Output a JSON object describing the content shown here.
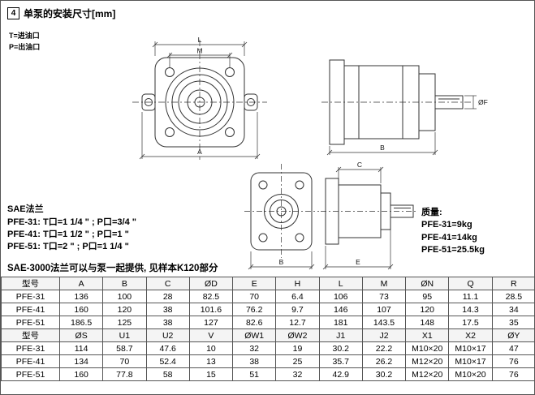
{
  "page": {
    "section_number": "4",
    "title": "单泵的安装尺寸[mm]",
    "legend_line1": "T=进油口",
    "legend_line2": "P=出油口",
    "sae": {
      "heading": "SAE法兰",
      "line1": "PFE-31:  T口=1 1/4 \" ;  P口=3/4 \"",
      "line2": "PFE-41:  T口=1 1/2 \" ;  P口=1 \"",
      "line3": "PFE-51:  T口=2 \" ;    P口=1 1/4 \""
    },
    "note": "SAE-3000法兰可以与泵一起提供, 见样本K120部分",
    "mass": {
      "heading": "质量:",
      "line1": "PFE-31=9kg",
      "line2": "PFE-41=14kg",
      "line3": "PFE-51=25.5kg"
    }
  },
  "drawings": {
    "top": {
      "dim_l": "L",
      "dim_m": "M",
      "dim_a": "A",
      "dim_b": "B",
      "dim_of": "ØF"
    },
    "bottom": {
      "dim_b": "B",
      "dim_c": "C",
      "dim_e": "E"
    }
  },
  "table": {
    "header1": [
      "型号",
      "A",
      "B",
      "C",
      "ØD",
      "E",
      "H",
      "L",
      "M",
      "ØN",
      "Q",
      "R"
    ],
    "rows1": [
      [
        "PFE-31",
        "136",
        "100",
        "28",
        "82.5",
        "70",
        "6.4",
        "106",
        "73",
        "95",
        "11.1",
        "28.5"
      ],
      [
        "PFE-41",
        "160",
        "120",
        "38",
        "101.6",
        "76.2",
        "9.7",
        "146",
        "107",
        "120",
        "14.3",
        "34"
      ],
      [
        "PFE-51",
        "186.5",
        "125",
        "38",
        "127",
        "82.6",
        "12.7",
        "181",
        "143.5",
        "148",
        "17.5",
        "35"
      ]
    ],
    "header2": [
      "型号",
      "ØS",
      "U1",
      "U2",
      "V",
      "ØW1",
      "ØW2",
      "J1",
      "J2",
      "X1",
      "X2",
      "ØY"
    ],
    "rows2": [
      [
        "PFE-31",
        "114",
        "58.7",
        "47.6",
        "10",
        "32",
        "19",
        "30.2",
        "22.2",
        "M10×20",
        "M10×17",
        "47"
      ],
      [
        "PFE-41",
        "134",
        "70",
        "52.4",
        "13",
        "38",
        "25",
        "35.7",
        "26.2",
        "M12×20",
        "M10×17",
        "76"
      ],
      [
        "PFE-51",
        "160",
        "77.8",
        "58",
        "15",
        "51",
        "32",
        "42.9",
        "30.2",
        "M12×20",
        "M10×20",
        "76"
      ]
    ]
  }
}
